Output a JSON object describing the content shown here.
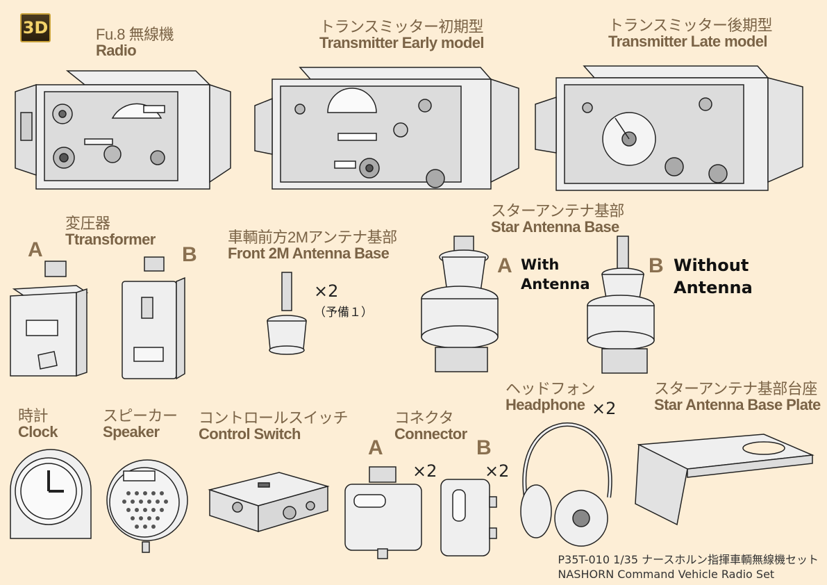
{
  "badge": "3D",
  "parts": {
    "radio": {
      "jp": "Fu.8 無線機",
      "en": "Radio"
    },
    "tx_early": {
      "jp": "トランスミッター初期型",
      "en": "Transmitter Early model"
    },
    "tx_late": {
      "jp": "トランスミッター後期型",
      "en": "Transmitter Late model"
    },
    "transformer": {
      "jp": "変圧器",
      "en": "Ttransformer",
      "variant_a": "A",
      "variant_b": "B"
    },
    "front_antenna": {
      "jp": "車輌前方2Mアンテナ基部",
      "en": "Front 2M Antenna Base",
      "qty": "×2",
      "spare": "（予備１）"
    },
    "star_antenna": {
      "jp": "スターアンテナ基部",
      "en": "Star Antenna Base",
      "variant_a": "A",
      "variant_a_note_1": "With",
      "variant_a_note_2": "Antenna",
      "variant_b": "B",
      "variant_b_note_1": "Without",
      "variant_b_note_2": "Antenna"
    },
    "clock": {
      "jp": "時計",
      "en": "Clock"
    },
    "speaker": {
      "jp": "スピーカー",
      "en": "Speaker"
    },
    "switch": {
      "jp": "コントロールスイッチ",
      "en": "Control Switch"
    },
    "connector": {
      "jp": "コネクタ",
      "en": "Connector",
      "variant_a": "A",
      "qty_a": "×2",
      "variant_b": "B",
      "qty_b": "×2"
    },
    "headphone": {
      "jp": "ヘッドフォン",
      "en": "Headphone",
      "qty": "×2"
    },
    "base_plate": {
      "jp": "スターアンテナ基部台座",
      "en": "Star Antenna Base Plate"
    }
  },
  "footer": {
    "line1": "P35T-010 1/35 ナースホルン指揮車輌無線機セット",
    "line2": "NASHORN Command Vehicle Radio Set"
  }
}
